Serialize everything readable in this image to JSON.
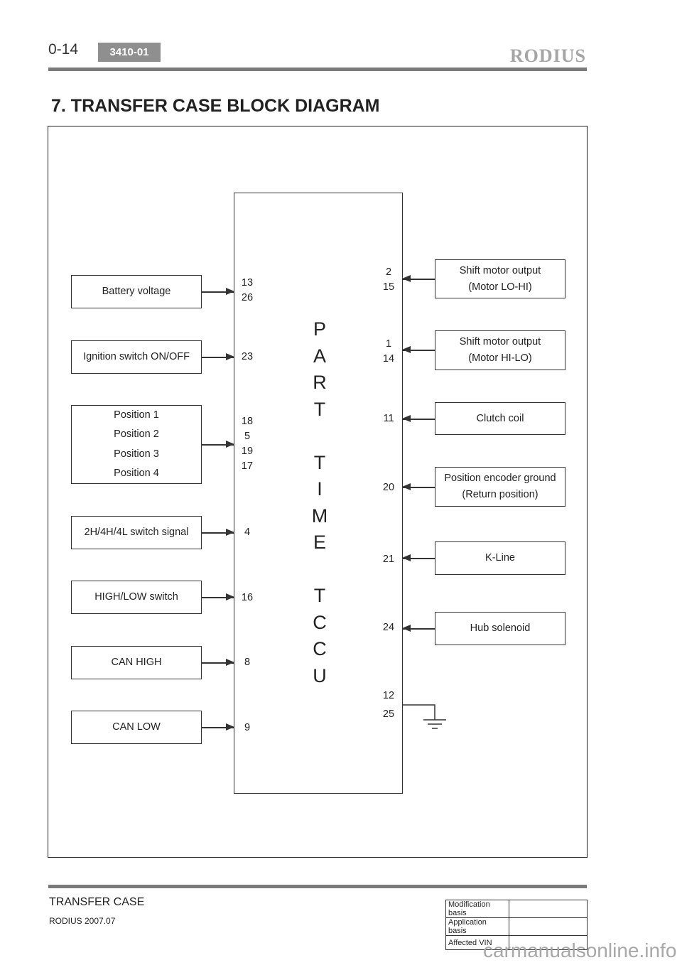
{
  "header": {
    "page_number": "0-14",
    "section_code": "3410-01",
    "brand": "RODIUS"
  },
  "title": "7. TRANSFER CASE BLOCK DIAGRAM",
  "diagram": {
    "center_label": [
      "P",
      "A",
      "R",
      "T",
      "",
      "T",
      "I",
      "M",
      "E",
      "",
      "T",
      "C",
      "C",
      "U"
    ],
    "inputs": [
      {
        "lines": [
          "Battery  voltage"
        ],
        "pins": [
          "13",
          "26"
        ]
      },
      {
        "lines": [
          "Ignition  switch  ON/OFF"
        ],
        "pins": [
          "23"
        ]
      },
      {
        "lines": [
          "Position  1",
          "Position  2",
          "Position  3",
          "Position  4"
        ],
        "pins": [
          "18",
          "5",
          "19",
          "17"
        ]
      },
      {
        "lines": [
          "2H/4H/4L switch signal"
        ],
        "pins": [
          "4"
        ]
      },
      {
        "lines": [
          "HIGH/LOW switch"
        ],
        "pins": [
          "16"
        ]
      },
      {
        "lines": [
          "CAN HIGH"
        ],
        "pins": [
          "8"
        ]
      },
      {
        "lines": [
          "CAN LOW"
        ],
        "pins": [
          "9"
        ]
      }
    ],
    "outputs": [
      {
        "lines": [
          "Shift  motor  output",
          "(Motor LO-HI)"
        ],
        "pins": [
          "2",
          "15"
        ]
      },
      {
        "lines": [
          "Shift  motor  output",
          "(Motor HI-LO)"
        ],
        "pins": [
          "1",
          "14"
        ]
      },
      {
        "lines": [
          "Clutch  coil"
        ],
        "pins": [
          "11"
        ]
      },
      {
        "lines": [
          "Position  encoder  ground",
          "(Return  position)"
        ],
        "pins": [
          "20"
        ]
      },
      {
        "lines": [
          "K-Line"
        ],
        "pins": [
          "21"
        ]
      },
      {
        "lines": [
          "Hub  solenoid"
        ],
        "pins": [
          "24"
        ]
      }
    ],
    "ground_pins": [
      "12",
      "25"
    ]
  },
  "footer": {
    "section": "TRANSFER CASE",
    "model": "RODIUS 2007.07",
    "table": [
      {
        "label": "Modification basis",
        "value": ""
      },
      {
        "label": "Application basis",
        "value": ""
      },
      {
        "label": "Affected VIN",
        "value": ""
      }
    ],
    "watermark": "carmanualsonline.info"
  }
}
